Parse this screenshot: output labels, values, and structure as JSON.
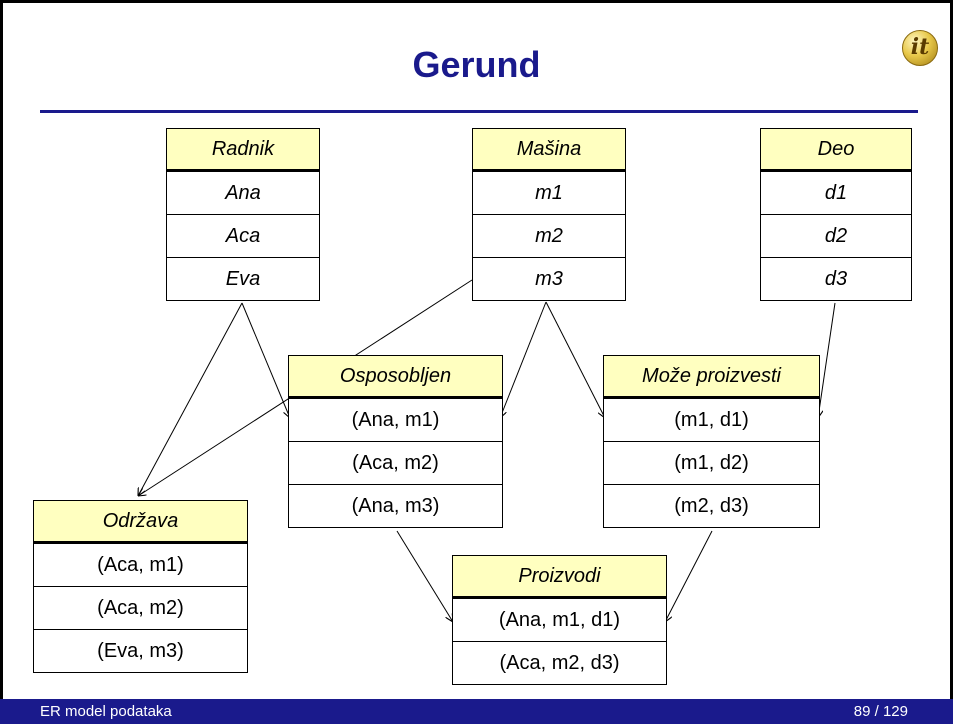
{
  "slide": {
    "title": "Gerund",
    "logo_text": "it",
    "footer_left": "ER model podataka",
    "footer_right": "89 / 129"
  },
  "colors": {
    "title": "#1a1a8c",
    "footer_bg": "#1a1a8c",
    "table_header_bg": "#ffffc0"
  },
  "tables": {
    "radnik": {
      "header": "Radnik",
      "rows": [
        "Ana",
        "Aca",
        "Eva"
      ]
    },
    "masina": {
      "header": "Mašina",
      "rows": [
        "m1",
        "m2",
        "m3"
      ]
    },
    "deo": {
      "header": "Deo",
      "rows": [
        "d1",
        "d2",
        "d3"
      ]
    },
    "osposobljen": {
      "header": "Osposobljen",
      "rows": [
        "(Ana, m1)",
        "(Aca, m2)",
        "(Ana, m3)"
      ]
    },
    "moze_proizvesti": {
      "header": "Može proizvesti",
      "rows": [
        "(m1, d1)",
        "(m1, d2)",
        "(m2, d3)"
      ]
    },
    "odrzava": {
      "header": "Održava",
      "rows": [
        "(Aca, m1)",
        "(Aca, m2)",
        "(Eva, m3)"
      ]
    },
    "proizvodi": {
      "header": "Proizvodi",
      "rows": [
        "(Ana, m1, d1)",
        "(Aca, m2, d3)"
      ]
    }
  }
}
